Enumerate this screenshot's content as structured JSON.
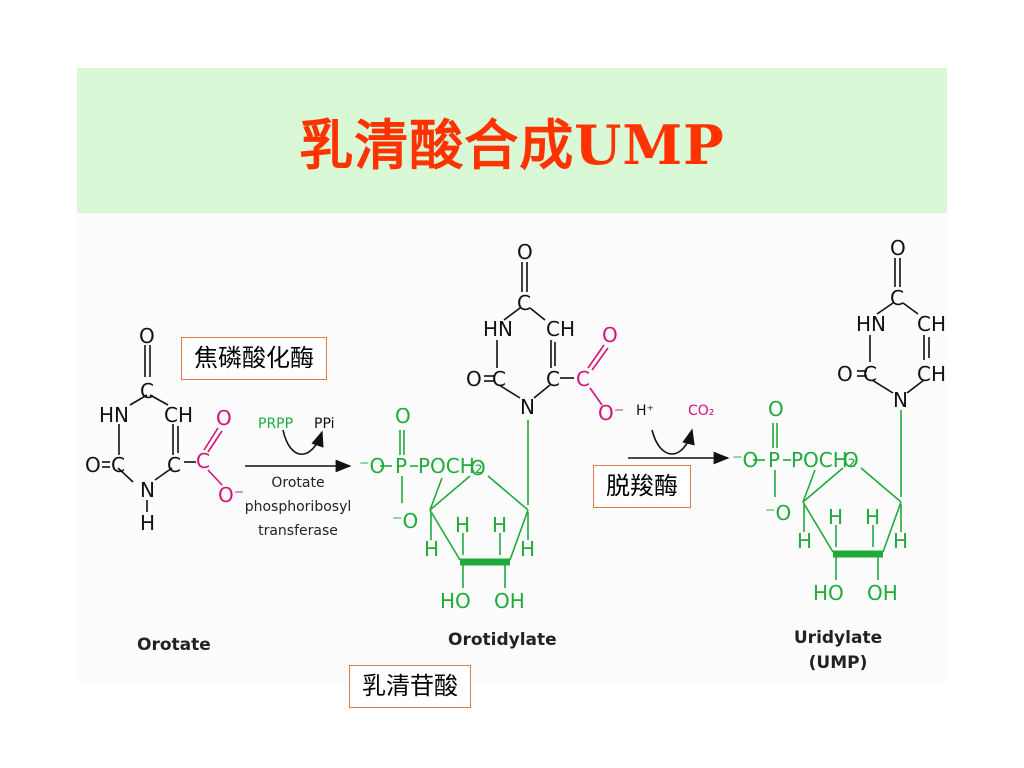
{
  "slide": {
    "title": "乳清酸合成UMP",
    "callouts": {
      "enzyme_prpp": "焦磷酸化酶",
      "enzyme_decarboxylase": "脱羧酶",
      "intermediate": "乳清苷酸"
    }
  },
  "diagram": {
    "compounds": {
      "orotate": "Orotate",
      "orotidylate": "Orotidylate",
      "uridylate_line1": "Uridylate",
      "uridylate_line2": "(UMP)"
    },
    "reaction1": {
      "substrate": "PRPP",
      "product": "PPi",
      "enzyme_line1": "Orotate",
      "enzyme_line2": "phosphoribosyl",
      "enzyme_line3": "transferase"
    },
    "reaction2": {
      "substrate": "H⁺",
      "product": "CO₂"
    },
    "atoms": {
      "O": "O",
      "C": "C",
      "N": "N",
      "H": "H",
      "HN": "HN",
      "CH": "CH",
      "P": "P",
      "POCH2": "POCH₂",
      "HO": "HO",
      "OH": "OH",
      "minus": "⁻",
      "O_minus": "O⁻",
      "neg_O": "⁻O"
    },
    "colors": {
      "structure": "#111111",
      "carboxylate": "#d4127a",
      "ribose_phosphate": "#1faa3a",
      "title": "#ff3300",
      "title_band": "#d9f9d6",
      "callout_border": "#e07b45"
    }
  }
}
